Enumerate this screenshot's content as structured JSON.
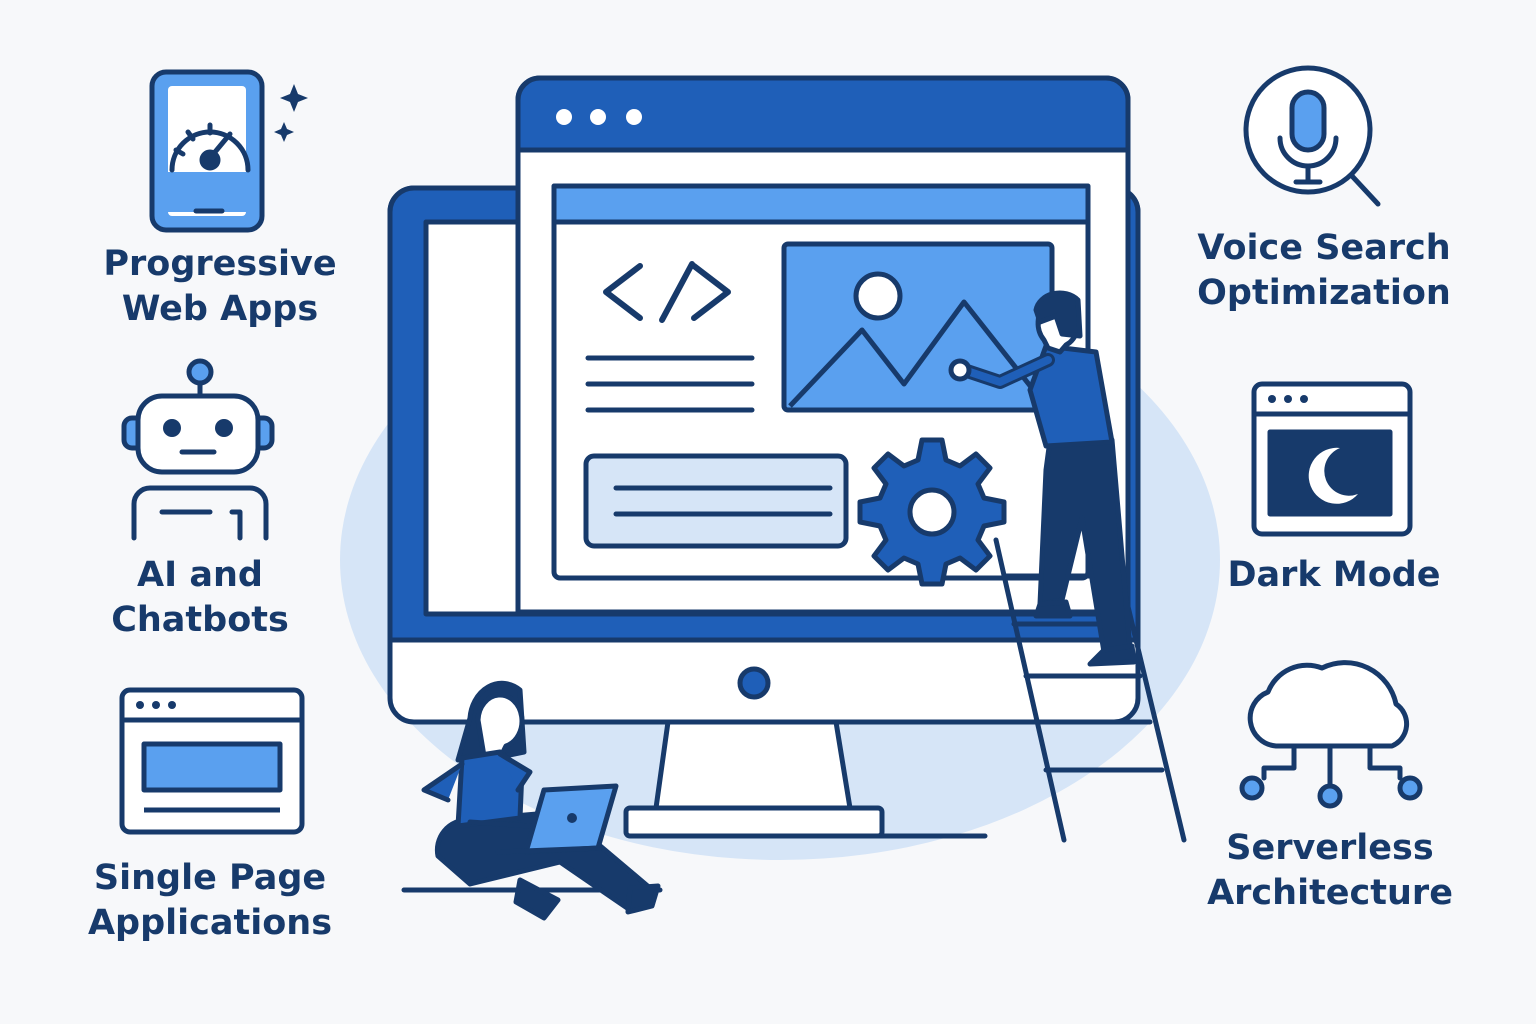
{
  "colors": {
    "navy": "#173a6b",
    "blue": "#1f5fb8",
    "light_blue": "#5aa0ef",
    "pale_blue": "#d6e5f7",
    "panel": "#f7f8fa",
    "skin": "#ffffff"
  },
  "features": [
    {
      "id": "pwa",
      "icon": "speedometer-phone-icon",
      "line1": "Progressive",
      "line2": "Web Apps"
    },
    {
      "id": "ai",
      "icon": "robot-icon",
      "line1": "AI and",
      "line2": "Chatbots"
    },
    {
      "id": "spa",
      "icon": "browser-window-icon",
      "line1": "Single Page",
      "line2": "Applications"
    },
    {
      "id": "voice",
      "icon": "microphone-search-icon",
      "line1": "Voice Search",
      "line2": "Optimization"
    },
    {
      "id": "dark",
      "icon": "moon-window-icon",
      "line1": "Dark Mode",
      "line2": ""
    },
    {
      "id": "serverless",
      "icon": "cloud-network-icon",
      "line1": "Serverless",
      "line2": "Architecture"
    }
  ],
  "center": {
    "screen_icons": [
      "code-brackets-icon",
      "image-icon",
      "gear-icon"
    ],
    "figures": [
      "person-on-ladder",
      "person-with-laptop"
    ]
  }
}
